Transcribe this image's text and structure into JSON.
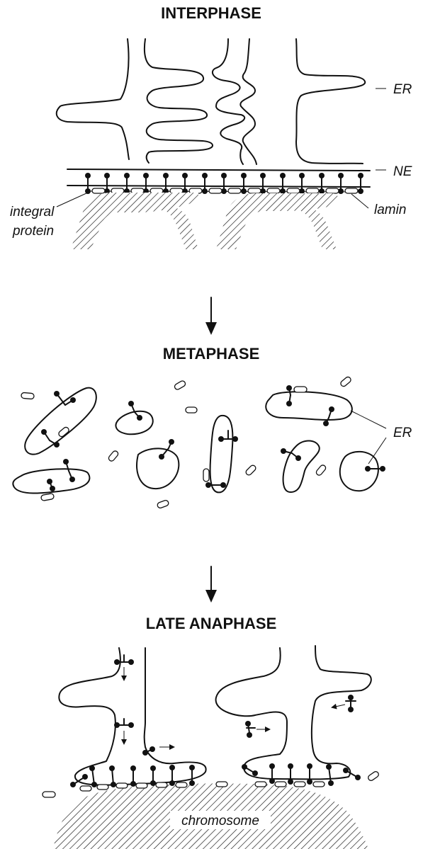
{
  "stages": {
    "interphase": "INTERPHASE",
    "metaphase": "METAPHASE",
    "late_anaphase": "LATE ANAPHASE"
  },
  "labels": {
    "er": "ER",
    "ne": "NE",
    "integral_line1": "integral",
    "integral_line2": "protein",
    "lamin": "lamin",
    "er_metaphase": "ER",
    "chromosome": "chromosome"
  }
}
